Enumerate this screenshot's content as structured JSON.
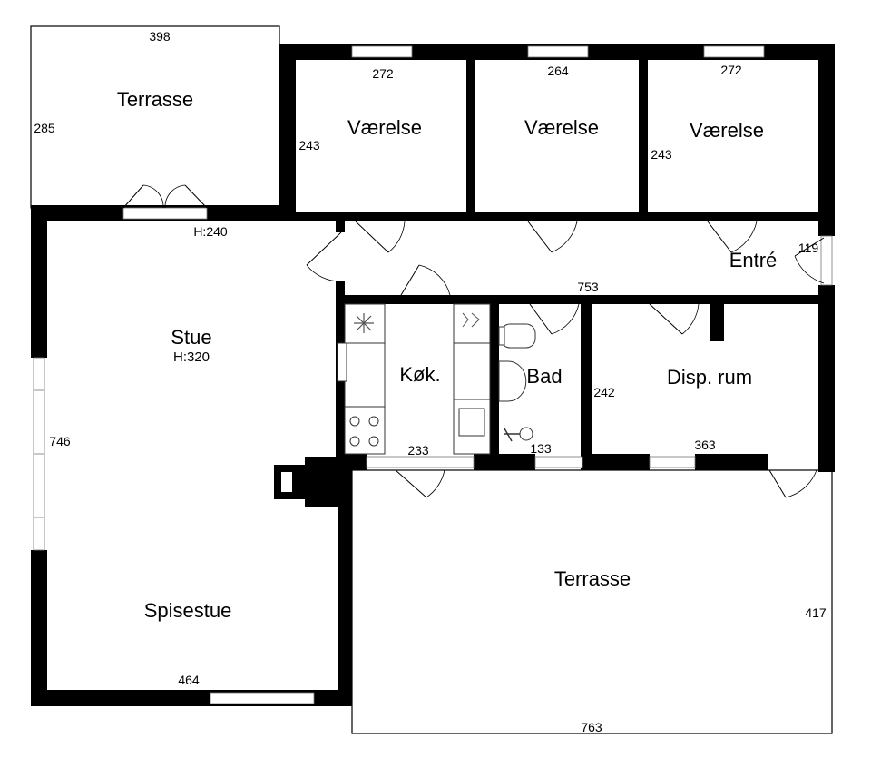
{
  "rooms": {
    "terrasse_top": "Terrasse",
    "vaerelse_1": "Værelse",
    "vaerelse_2": "Værelse",
    "vaerelse_3": "Værelse",
    "entre": "Entré",
    "stue": "Stue",
    "stue_height": "H:320",
    "kokken": "Køk.",
    "bad": "Bad",
    "disp_rum": "Disp. rum",
    "spisestue": "Spisestue",
    "terrasse_bottom": "Terrasse"
  },
  "dimensions": {
    "terrasse_top_width": "398",
    "terrasse_top_depth": "285",
    "terrasse_door_height": "H:240",
    "vaerelse_1_width": "272",
    "vaerelse_2_width": "264",
    "vaerelse_3_width": "272",
    "vaerelse_1_depth": "243",
    "vaerelse_3_depth": "243",
    "entre_door_width": "119",
    "hall_length": "753",
    "stue_length": "746",
    "kokken_width": "233",
    "bad_width": "133",
    "disp_rum_depth": "242",
    "disp_rum_width": "363",
    "spisestue_width": "464",
    "terrasse_bottom_depth": "417",
    "terrasse_bottom_width": "763"
  }
}
